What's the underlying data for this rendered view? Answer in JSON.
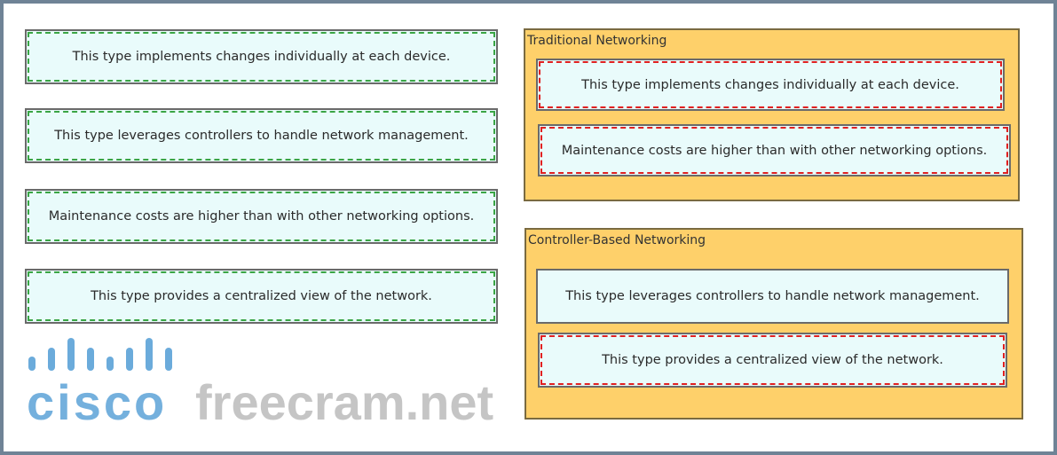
{
  "source_items": [
    {
      "text": "This type implements changes individually at each device."
    },
    {
      "text": "This type leverages controllers to handle network management."
    },
    {
      "text": "Maintenance costs are higher than with other networking options."
    },
    {
      "text": "This type provides a centralized view of the network."
    }
  ],
  "targets": [
    {
      "title": "Traditional Networking",
      "items": [
        {
          "text": "This type implements changes individually at each device."
        },
        {
          "text": "Maintenance costs are higher than with other networking options."
        }
      ]
    },
    {
      "title": "Controller-Based Networking",
      "items": [
        {
          "text": "This type leverages controllers to handle network management."
        },
        {
          "text": "This type provides a centralized view of the network."
        }
      ]
    }
  ],
  "watermarks": {
    "logo": "cisco",
    "site": "freecram.net"
  },
  "colors": {
    "zone": "#fed06a",
    "card": "#e9fbfb",
    "source_dash": "#3aa545",
    "target_dash": "#e02020",
    "frame": "#6f8396"
  }
}
